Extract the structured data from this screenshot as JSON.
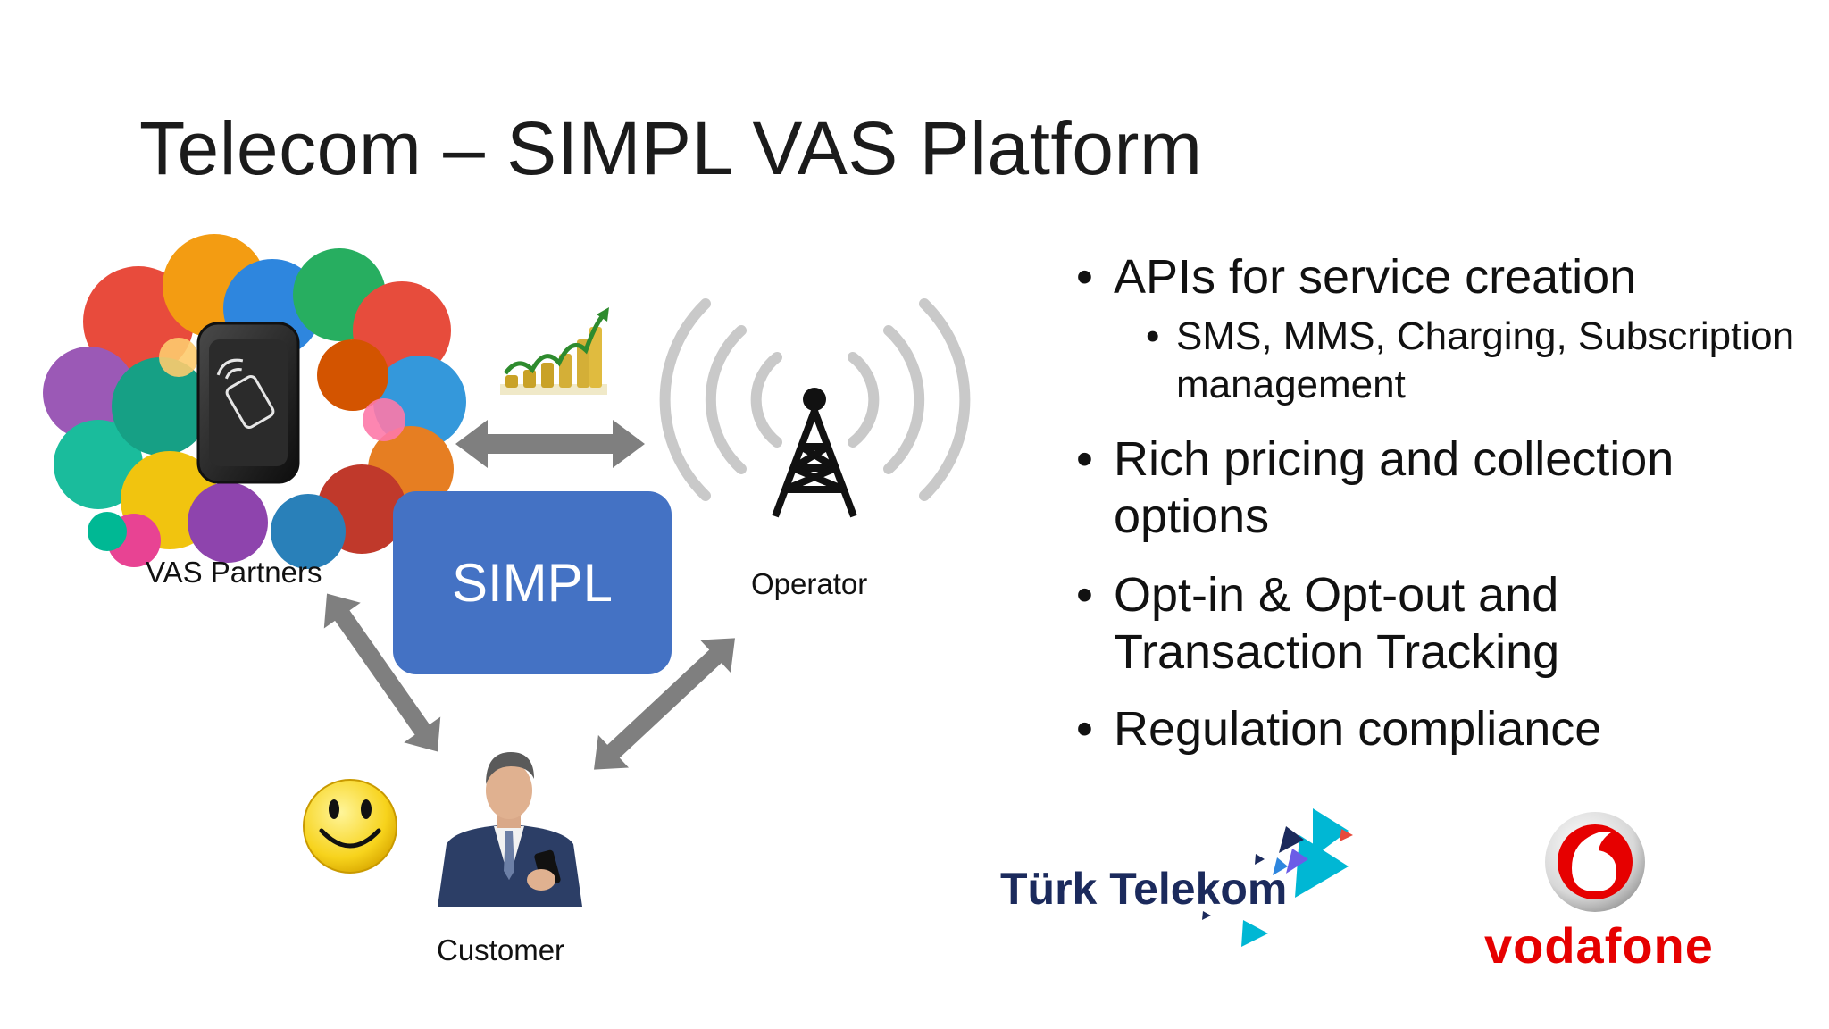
{
  "slide": {
    "title": "Telecom – SIMPL VAS Platform"
  },
  "diagram": {
    "center_label": "SIMPL",
    "nodes": {
      "vas_partners": "VAS Partners",
      "operator": "Operator",
      "customer": "Customer"
    }
  },
  "bullets": [
    {
      "text": "APIs for service creation",
      "sub": [
        "SMS, MMS, Charging, Subscription management"
      ]
    },
    {
      "text": "Rich pricing and collection options"
    },
    {
      "text": "Opt-in & Opt-out and Transaction Tracking"
    },
    {
      "text": "Regulation compliance"
    }
  ],
  "logos": {
    "turk_telekom": "Türk Telekom",
    "vodafone": "vodafone"
  },
  "colors": {
    "simpl_box": "#4472c4",
    "arrow": "#7f7f7f",
    "vodafone_red": "#e60000",
    "turk_telekom_navy": "#1b2a5c",
    "turk_telekom_cyan": "#00b7d4"
  }
}
